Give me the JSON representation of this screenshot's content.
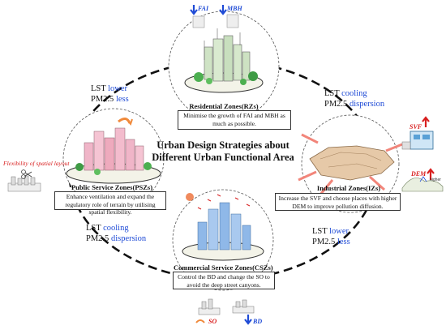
{
  "title": {
    "line1": "Urban Design Strategies about",
    "line2": "Different Urban Functional Area"
  },
  "zones": {
    "residential": {
      "name": "Residential Zones(RZs)",
      "strategy": "Minimise the growth of FAI and MBH as much as possible.",
      "indicators": [
        "FAI",
        "MBH"
      ]
    },
    "industrial": {
      "name": "Industrial Zones(IZs)",
      "strategy": "Increase the SVF and choose places with higher DEM to improve pollution diffusion.",
      "indicators": [
        "SVF",
        "DEM"
      ],
      "dem_note": "higher"
    },
    "commercial": {
      "name": "Commercial Service Zones(CSZs)",
      "strategy": "Control the BD and change the SO to avoid the deep street canyons.",
      "indicators": [
        "SO",
        "BD"
      ]
    },
    "public": {
      "name": "Public Service Zones(PSZs)",
      "strategy": "Enhance ventilation and expand the regulatory role of terrain by utilising spatial flexibility.",
      "flex_label": "Flexibility of spatial layout"
    }
  },
  "effects": {
    "top_left": {
      "lst_prefix": "LST",
      "lst_word": "lower",
      "pm_prefix": "PM2.5",
      "pm_word": "less"
    },
    "top_right": {
      "lst_prefix": "LST",
      "lst_word": "cooling",
      "pm_prefix": "PM2.5",
      "pm_word": "dispersion"
    },
    "bottom_left": {
      "lst_prefix": "LST",
      "lst_word": "cooling",
      "pm_prefix": "PM2.5",
      "pm_word": "dispersion"
    },
    "bottom_right": {
      "lst_prefix": "LST",
      "lst_word": "lower",
      "pm_prefix": "PM2.5",
      "pm_word": "less"
    }
  },
  "colors": {
    "accent_blue": "#1f4bd6",
    "arrow_red": "#d81f1f",
    "residential_green": "#4caf50",
    "industrial_tan": "#e6c9a8",
    "commercial_blue": "#8fb8e8",
    "public_pink": "#f0b5c8"
  }
}
